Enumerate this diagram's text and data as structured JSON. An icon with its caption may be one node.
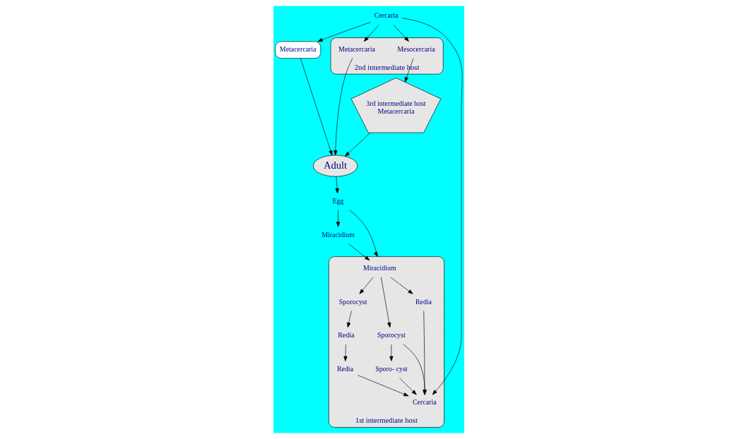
{
  "diagram": {
    "nodes": [
      {
        "text": [
          "Adult"
        ]
      },
      {
        "text": [
          "Egg"
        ]
      },
      {
        "text": [
          "Miracidium"
        ]
      },
      {
        "text": [
          "3rd intermediate host",
          "Metacercaria"
        ]
      },
      {
        "text": [
          "Metacercaria"
        ]
      },
      {
        "text": [
          "2nd intermediate host"
        ]
      },
      {
        "text": [
          "Metacercaria"
        ],
        "in": 5
      },
      {
        "text": [
          "Mesocercaria"
        ],
        "in": 5
      },
      {
        "text": [
          "Cercaria"
        ]
      },
      {
        "text": [
          "1st intermediate host"
        ]
      },
      {
        "text": [
          "Miracidium"
        ],
        "in": 9
      },
      {
        "text": [
          "Sporocyst"
        ],
        "in": 9
      },
      {
        "text": [
          "Sporocyst"
        ],
        "in": 9
      },
      {
        "text": [
          "Redia"
        ],
        "in": 9
      },
      {
        "text": [
          "Redia"
        ],
        "in": 9
      },
      {
        "text": [
          "Sporo- cyst"
        ],
        "in": 9
      },
      {
        "text": [
          "Redia"
        ],
        "in": 9
      },
      {
        "text": [
          "Cercaria"
        ],
        "in": 9
      }
    ],
    "edges": [
      {
        "from": 0,
        "to": 1,
        "arrow": "to"
      },
      {
        "from": 1,
        "to": 2,
        "arrow": "to"
      },
      {
        "from": 1,
        "to": 9,
        "arrow": "to"
      },
      {
        "from": 2,
        "to": 10,
        "arrow": "to"
      },
      {
        "from": 10,
        "to": 12,
        "arrow": "to"
      },
      {
        "from": 10,
        "to": 11,
        "arrow": "to"
      },
      {
        "from": 10,
        "to": 14,
        "arrow": "to"
      },
      {
        "from": 11,
        "to": 13,
        "arrow": "to"
      },
      {
        "from": 13,
        "to": 16,
        "arrow": "to"
      },
      {
        "from": 12,
        "to": 15,
        "arrow": "to"
      },
      {
        "from": 12,
        "to": 17,
        "arrow": "to"
      },
      {
        "from": 15,
        "to": 17,
        "arrow": "to"
      },
      {
        "from": 16,
        "to": 17,
        "arrow": "to"
      },
      {
        "from": 14,
        "to": 17,
        "arrow": "to"
      },
      {
        "from": 8,
        "to": 17,
        "arrow": "to"
      },
      {
        "from": 8,
        "to": 6,
        "arrow": "to"
      },
      {
        "from": 8,
        "to": 7,
        "arrow": "to"
      },
      {
        "from": 8,
        "to": 4,
        "arrow": "to"
      },
      {
        "from": 4,
        "to": 0,
        "arrow": "to"
      },
      {
        "from": 6,
        "to": 0,
        "arrow": "to"
      },
      {
        "from": 7,
        "to": 3,
        "arrow": "to"
      },
      {
        "from": 3,
        "to": 0,
        "arrow": "to"
      }
    ]
  }
}
